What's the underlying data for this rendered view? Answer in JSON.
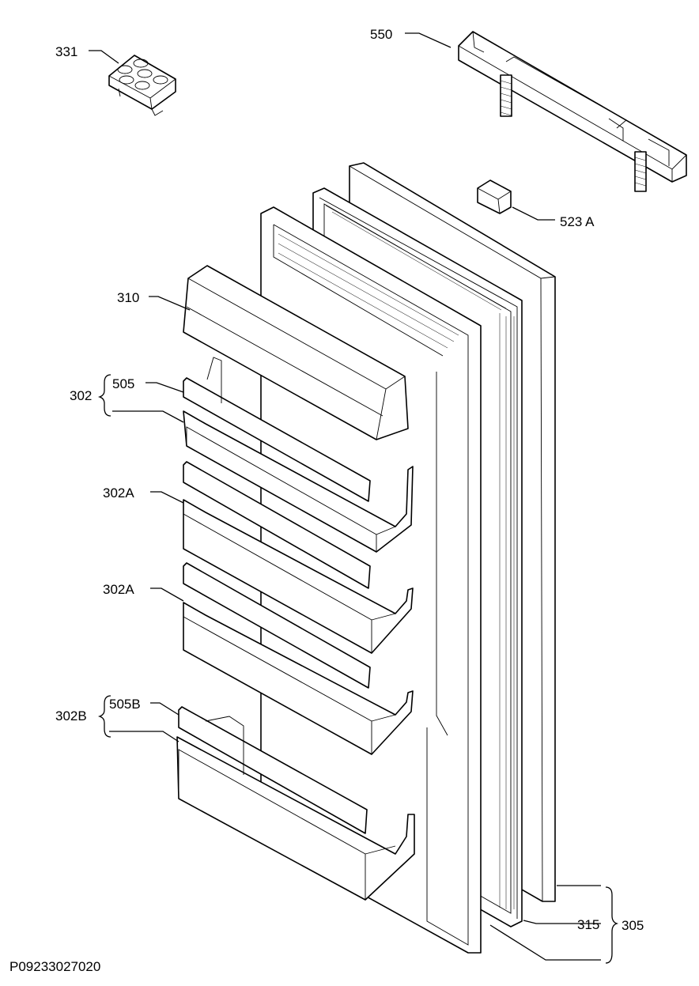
{
  "drawing_id": "P09233027020",
  "callouts": {
    "egg_tray": "331",
    "hinge_bar": "550",
    "hinge_block": "523 A",
    "dairy_lid": "310",
    "shelf_group": "302",
    "shelf_rail": "505",
    "shelf_a1": "302A",
    "shelf_a2": "302A",
    "bottle_group": "302B",
    "bottle_rail": "505B",
    "door_group": "305",
    "gasket": "315"
  }
}
